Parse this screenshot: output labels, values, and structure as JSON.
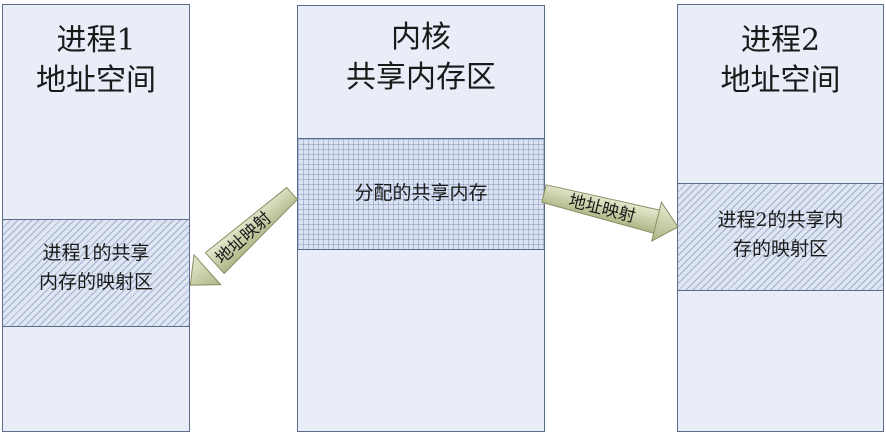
{
  "process1": {
    "title_line1": "进程1",
    "title_line2": "地址空间",
    "region_line1": "进程1的共享",
    "region_line2": "内存的映射区"
  },
  "kernel": {
    "title_line1": "内核",
    "title_line2": "共享内存区",
    "region_label": "分配的共享内存"
  },
  "process2": {
    "title_line1": "进程2",
    "title_line2": "地址空间",
    "region_line1": "进程2的共享内",
    "region_line2": "存的映射区"
  },
  "arrows": {
    "left_label": "地址映射",
    "right_label": "地址映射"
  },
  "colors": {
    "column_fill": "#e8edf7",
    "border": "#5b6b8a",
    "arrow_fill": "#c9cfa4"
  }
}
